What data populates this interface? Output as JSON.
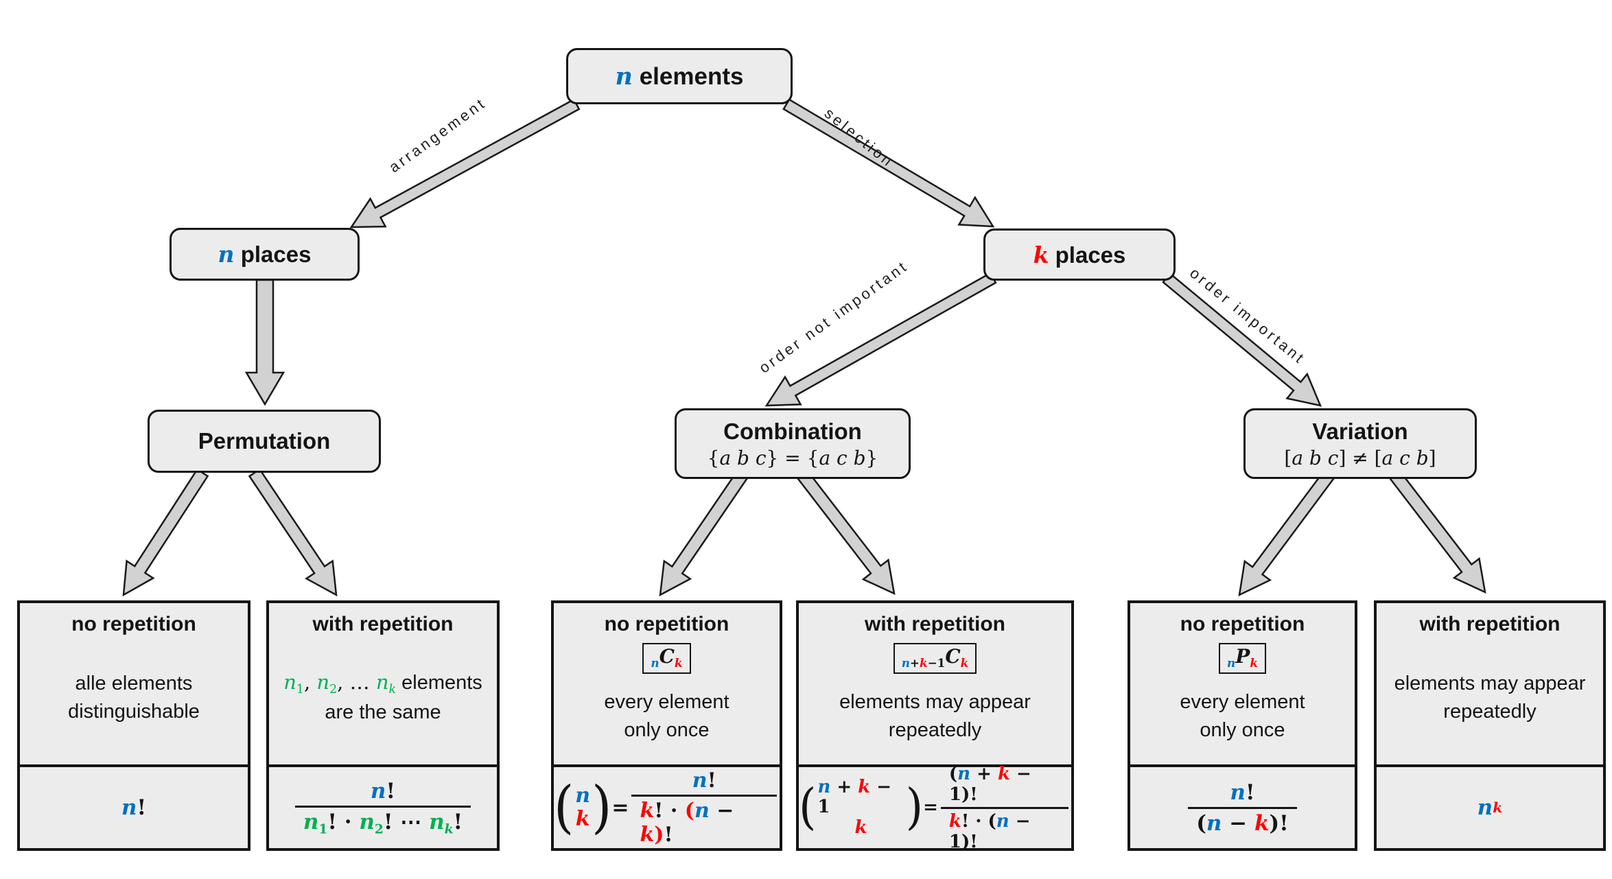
{
  "colors": {
    "blue": "#0070c0",
    "red": "#ff0000",
    "green": "#00b050",
    "ink": "#141414",
    "box_fill": "#ececec",
    "arrow_fill": "#d2d2d2"
  },
  "nodes": {
    "root": {
      "title": [
        {
          "t": "n",
          "c": "blue",
          "m": 1,
          "i": 1
        },
        {
          "t": " elements"
        }
      ]
    },
    "n_places": {
      "title": [
        {
          "t": "n",
          "c": "blue",
          "m": 1,
          "i": 1
        },
        {
          "t": " places"
        }
      ]
    },
    "k_places": {
      "title": [
        {
          "t": "k",
          "c": "red",
          "m": 1,
          "i": 1
        },
        {
          "t": " places"
        }
      ]
    },
    "permutation": {
      "title": [
        {
          "t": "Permutation"
        }
      ]
    },
    "combination": {
      "title": [
        {
          "t": "Combination"
        }
      ],
      "subtitle": [
        {
          "t": "{"
        },
        {
          "t": "a b c",
          "i": 1
        },
        {
          "t": "} = {"
        },
        {
          "t": "a c b",
          "i": 1
        },
        {
          "t": "}"
        }
      ]
    },
    "variation": {
      "title": [
        {
          "t": "Variation"
        }
      ],
      "subtitle": [
        {
          "t": "["
        },
        {
          "t": "a b c",
          "i": 1
        },
        {
          "t": "] ≠ ["
        },
        {
          "t": "a c b",
          "i": 1
        },
        {
          "t": "]"
        }
      ]
    }
  },
  "edges": [
    {
      "id": "arrangement",
      "label": "arrangement"
    },
    {
      "id": "selection",
      "label": "selection"
    },
    {
      "id": "order-not-important",
      "label": "order not important"
    },
    {
      "id": "order-important",
      "label": "order important"
    }
  ],
  "leaves": [
    {
      "id": "permutation-no-repetition",
      "header": "no repetition",
      "badge": null,
      "body": [
        [
          {
            "t": "alle elements"
          }
        ],
        [
          {
            "t": "distinguishable"
          }
        ]
      ],
      "formula": [
        {
          "type": "tokens",
          "tokens": [
            {
              "t": "n",
              "c": "blue",
              "i": 1
            },
            {
              "t": "!"
            }
          ]
        }
      ]
    },
    {
      "id": "permutation-with-repetition",
      "header": "with repetition",
      "badge": null,
      "body": [
        [
          {
            "t": "n",
            "c": "green",
            "m": 1,
            "i": 1
          },
          {
            "t": "1",
            "c": "green",
            "m": 1,
            "sub": 1
          },
          {
            "t": ", ",
            "m": 1
          },
          {
            "t": "n",
            "c": "green",
            "m": 1,
            "i": 1
          },
          {
            "t": "2",
            "c": "green",
            "m": 1,
            "sub": 1
          },
          {
            "t": ", … ",
            "m": 1
          },
          {
            "t": "n",
            "c": "green",
            "m": 1,
            "i": 1
          },
          {
            "t": "k",
            "c": "green",
            "m": 1,
            "sub": 1,
            "i": 1
          },
          {
            "t": " elements"
          }
        ],
        [
          {
            "t": "are the same"
          }
        ]
      ],
      "formula": [
        {
          "type": "frac",
          "num": [
            {
              "t": "n",
              "c": "blue",
              "i": 1
            },
            {
              "t": "!"
            }
          ],
          "den": [
            {
              "t": "n",
              "c": "green",
              "i": 1
            },
            {
              "t": "1",
              "c": "green",
              "sub": 1
            },
            {
              "t": "! · "
            },
            {
              "t": "n",
              "c": "green",
              "i": 1
            },
            {
              "t": "2",
              "c": "green",
              "sub": 1
            },
            {
              "t": "! ⋯ "
            },
            {
              "t": "n",
              "c": "green",
              "i": 1
            },
            {
              "t": "k",
              "c": "green",
              "sub": 1,
              "i": 1
            },
            {
              "t": "!"
            }
          ]
        }
      ]
    },
    {
      "id": "combination-no-repetition",
      "header": "no repetition",
      "badge": [
        {
          "t": "n",
          "c": "blue",
          "sub": 1,
          "i": 1
        },
        {
          "t": "C",
          "i": 1
        },
        {
          "t": "k",
          "c": "red",
          "sub": 1,
          "i": 1
        }
      ],
      "body": [
        [
          {
            "t": "every element"
          }
        ],
        [
          {
            "t": "only once"
          }
        ]
      ],
      "formula": [
        {
          "type": "binom",
          "top": [
            {
              "t": "n",
              "c": "blue",
              "i": 1
            }
          ],
          "bottom": [
            {
              "t": "k",
              "c": "red",
              "i": 1
            }
          ]
        },
        {
          "type": "tokens",
          "tokens": [
            {
              "t": " = "
            }
          ]
        },
        {
          "type": "frac",
          "num": [
            {
              "t": "n",
              "c": "blue",
              "i": 1
            },
            {
              "t": "!"
            }
          ],
          "den": [
            {
              "t": "k",
              "c": "red",
              "i": 1
            },
            {
              "t": "! · "
            },
            {
              "t": "(",
              "c": "red"
            },
            {
              "t": "n",
              "c": "blue",
              "i": 1
            },
            {
              "t": " − "
            },
            {
              "t": "k",
              "c": "red",
              "i": 1
            },
            {
              "t": ")",
              "c": "red"
            },
            {
              "t": "!"
            }
          ]
        }
      ]
    },
    {
      "id": "combination-with-repetition",
      "header": "with repetition",
      "badge": [
        {
          "t": "n",
          "c": "blue",
          "sub": 1,
          "i": 1
        },
        {
          "t": "+",
          "sub": 1
        },
        {
          "t": "k",
          "c": "red",
          "sub": 1,
          "i": 1
        },
        {
          "t": "−1",
          "sub": 1
        },
        {
          "t": "C",
          "i": 1
        },
        {
          "t": "k",
          "c": "red",
          "sub": 1,
          "i": 1
        }
      ],
      "body": [
        [
          {
            "t": "elements may appear"
          }
        ],
        [
          {
            "t": "repeatedly"
          }
        ]
      ],
      "formula": [
        {
          "type": "binom",
          "top": [
            {
              "t": "n",
              "c": "blue",
              "i": 1
            },
            {
              "t": " + "
            },
            {
              "t": "k",
              "c": "red",
              "i": 1
            },
            {
              "t": " − 1"
            }
          ],
          "bottom": [
            {
              "t": "k",
              "c": "red",
              "i": 1
            }
          ]
        },
        {
          "type": "tokens",
          "tokens": [
            {
              "t": " = "
            }
          ]
        },
        {
          "type": "frac",
          "num": [
            {
              "t": "("
            },
            {
              "t": "n",
              "c": "blue",
              "i": 1
            },
            {
              "t": " + "
            },
            {
              "t": "k",
              "c": "red",
              "i": 1
            },
            {
              "t": " − 1"
            },
            {
              "t": ")!"
            }
          ],
          "den": [
            {
              "t": "k",
              "c": "red",
              "i": 1
            },
            {
              "t": "! · ("
            },
            {
              "t": "n",
              "c": "blue",
              "i": 1
            },
            {
              "t": " − 1)!"
            }
          ]
        }
      ]
    },
    {
      "id": "variation-no-repetition",
      "header": "no repetition",
      "badge": [
        {
          "t": "n",
          "c": "blue",
          "sub": 1,
          "i": 1
        },
        {
          "t": "P",
          "i": 1
        },
        {
          "t": "k",
          "c": "red",
          "sub": 1,
          "i": 1
        }
      ],
      "body": [
        [
          {
            "t": "every element"
          }
        ],
        [
          {
            "t": "only once"
          }
        ]
      ],
      "formula": [
        {
          "type": "frac",
          "num": [
            {
              "t": "n",
              "c": "blue",
              "i": 1
            },
            {
              "t": "!"
            }
          ],
          "den": [
            {
              "t": "("
            },
            {
              "t": "n",
              "c": "blue",
              "i": 1
            },
            {
              "t": " − "
            },
            {
              "t": "k",
              "c": "red",
              "i": 1
            },
            {
              "t": ")!"
            }
          ]
        }
      ]
    },
    {
      "id": "variation-with-repetition",
      "header": "with repetition",
      "badge": null,
      "body": [
        [
          {
            "t": "elements may appear"
          }
        ],
        [
          {
            "t": "repeatedly"
          }
        ]
      ],
      "formula": [
        {
          "type": "tokens",
          "tokens": [
            {
              "t": "n",
              "c": "blue",
              "i": 1
            },
            {
              "t": "k",
              "c": "red",
              "i": 1,
              "sup": 1
            }
          ]
        }
      ]
    }
  ]
}
